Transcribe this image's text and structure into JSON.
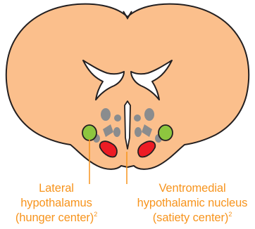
{
  "colors": {
    "brain_fill": "#FBBF8C",
    "outline": "#231F20",
    "ventricle_fill": "#FFFFFF",
    "nucleus_gray": "#8A8C8E",
    "lateral_hypothalamus_fill": "#8DC63F",
    "ventromedial_nucleus_fill": "#ED1C24",
    "label_text": "#F7941D",
    "leader_line": "#F7941D"
  },
  "labels": {
    "lateral": {
      "line1": "Lateral",
      "line2": "hypothalamus",
      "line3": "(hunger center)",
      "footnote": "2"
    },
    "ventromedial": {
      "line1": "Ventromedial",
      "line2": "hypothalamic nucleus",
      "line3": "(satiety center)",
      "footnote": "2"
    }
  }
}
